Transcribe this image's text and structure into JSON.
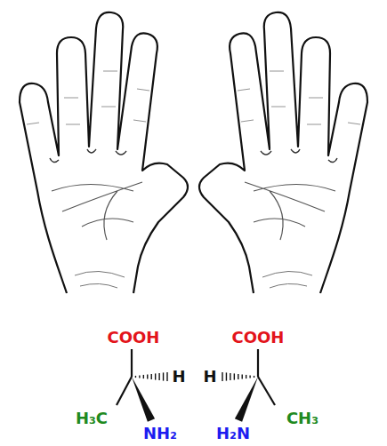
{
  "diagram": {
    "labels": [
      "COOH",
      "H",
      "H₃C",
      "NH₂",
      "COOH",
      "H",
      "CH₃",
      "H₂N"
    ]
  }
}
